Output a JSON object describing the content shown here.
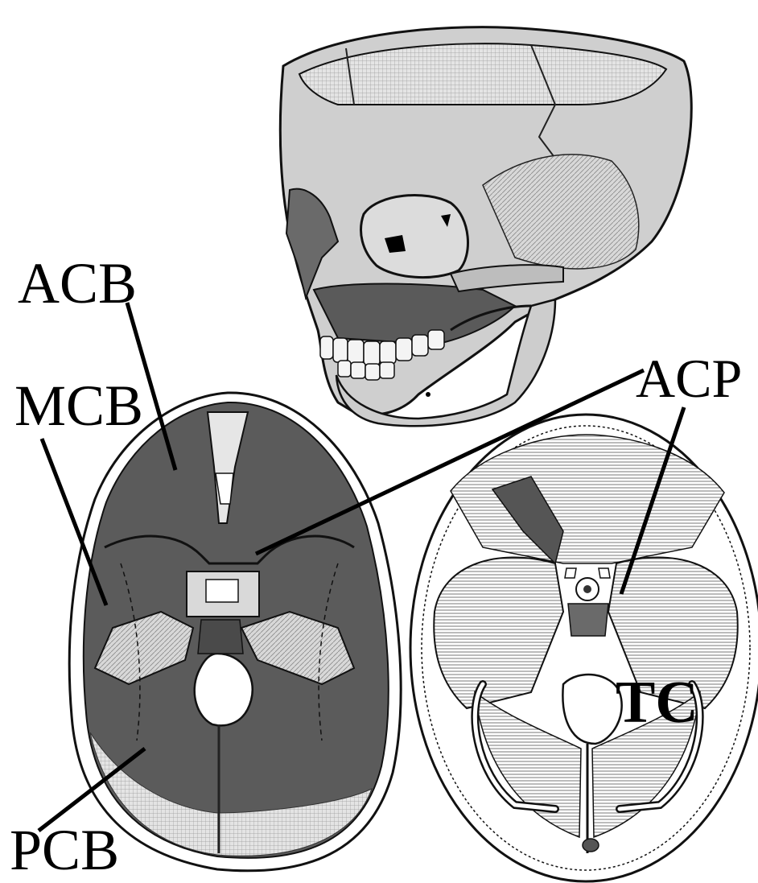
{
  "figure": {
    "labels": {
      "acb": "ACB",
      "mcb": "MCB",
      "pcb": "PCB",
      "acp": "ACP",
      "tc": "TC"
    },
    "panels": [
      "skull-lateral-view",
      "cranial-base-shaded-view",
      "cranial-base-engraving-view"
    ],
    "colors": {
      "background": "#ffffff",
      "ink": "#000000",
      "bone_light": "#d6d6d6",
      "bone_mid": "#9a9a9a",
      "bone_dark": "#4f4f4f",
      "fossa_dark": "#5a5a5a"
    }
  }
}
